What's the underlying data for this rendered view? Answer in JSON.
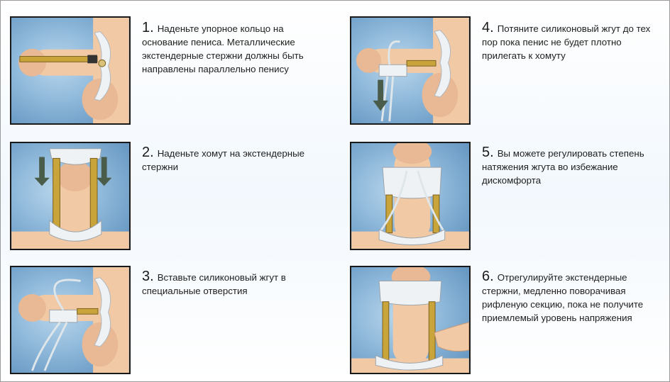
{
  "steps": [
    {
      "number": "1.",
      "text": "Наденьте упорное кольцо на основание пениса. Металлические экстендерные стержни должны быть направлены параллельно пенису"
    },
    {
      "number": "2.",
      "text": "Наденьте хомут на экстендерные стержни"
    },
    {
      "number": "3.",
      "text": "Вставьте силиконовый жгут в специальные отверстия"
    },
    {
      "number": "4.",
      "text": "Потяните силиконовый жгут до тех пор пока пенис не будет плотно прилегать к хомуту"
    },
    {
      "number": "5.",
      "text": "Вы можете регулировать степень натяжения жгута во избежание дискомфорта"
    },
    {
      "number": "6.",
      "text": "Отрегулируйте экстендерные стержни, медленно поворачивая рифленую секцию, пока не получите приемлемый уровень напряжения"
    }
  ],
  "colors": {
    "panel_bg": "#8eb8da",
    "panel_border": "#1a1a1a",
    "skin": "#f1c9a5",
    "rod": "#c9a43a",
    "arrow": "#4a5c4a"
  }
}
